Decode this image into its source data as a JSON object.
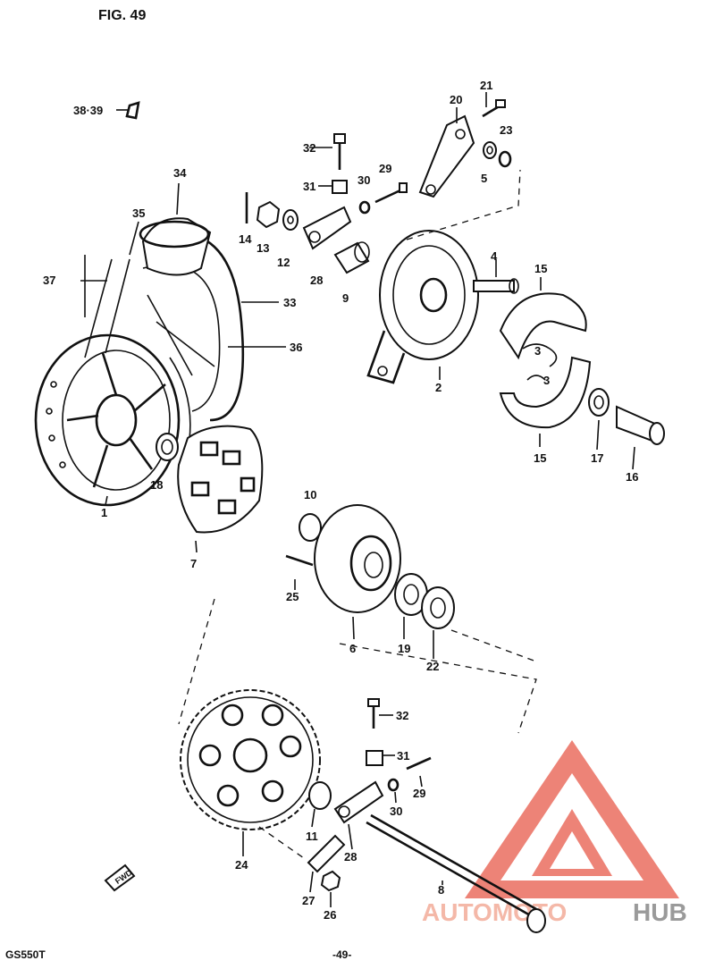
{
  "header": {
    "fig_label": "FIG. 49"
  },
  "footer": {
    "model": "GS550T",
    "page": "-49-"
  },
  "watermark": {
    "part1": "AUTOMOTO",
    "part2": "HUB",
    "color1": "#f4b8a8",
    "color2": "#9a9a9a",
    "logo_color": "#e85a4a"
  },
  "fwd_arrow": "FWD",
  "callouts": {
    "c1": "1",
    "c2": "2",
    "c3a": "3",
    "c3b": "3",
    "c4": "4",
    "c5": "5",
    "c6": "6",
    "c7": "7",
    "c8": "8",
    "c9": "9",
    "c10": "10",
    "c11": "11",
    "c12": "12",
    "c13": "13",
    "c14": "14",
    "c15a": "15",
    "c15b": "15",
    "c16": "16",
    "c17": "17",
    "c18": "18",
    "c19": "19",
    "c20": "20",
    "c21": "21",
    "c22": "22",
    "c23": "23",
    "c24": "24",
    "c25": "25",
    "c26": "26",
    "c27": "27",
    "c28a": "28",
    "c28b": "28",
    "c29a": "29",
    "c29b": "29",
    "c30a": "30",
    "c30b": "30",
    "c31a": "31",
    "c31b": "31",
    "c32a": "32",
    "c32b": "32",
    "c33": "33",
    "c34": "34",
    "c35": "35",
    "c36": "36",
    "c37": "37",
    "c3839": "38·39"
  }
}
